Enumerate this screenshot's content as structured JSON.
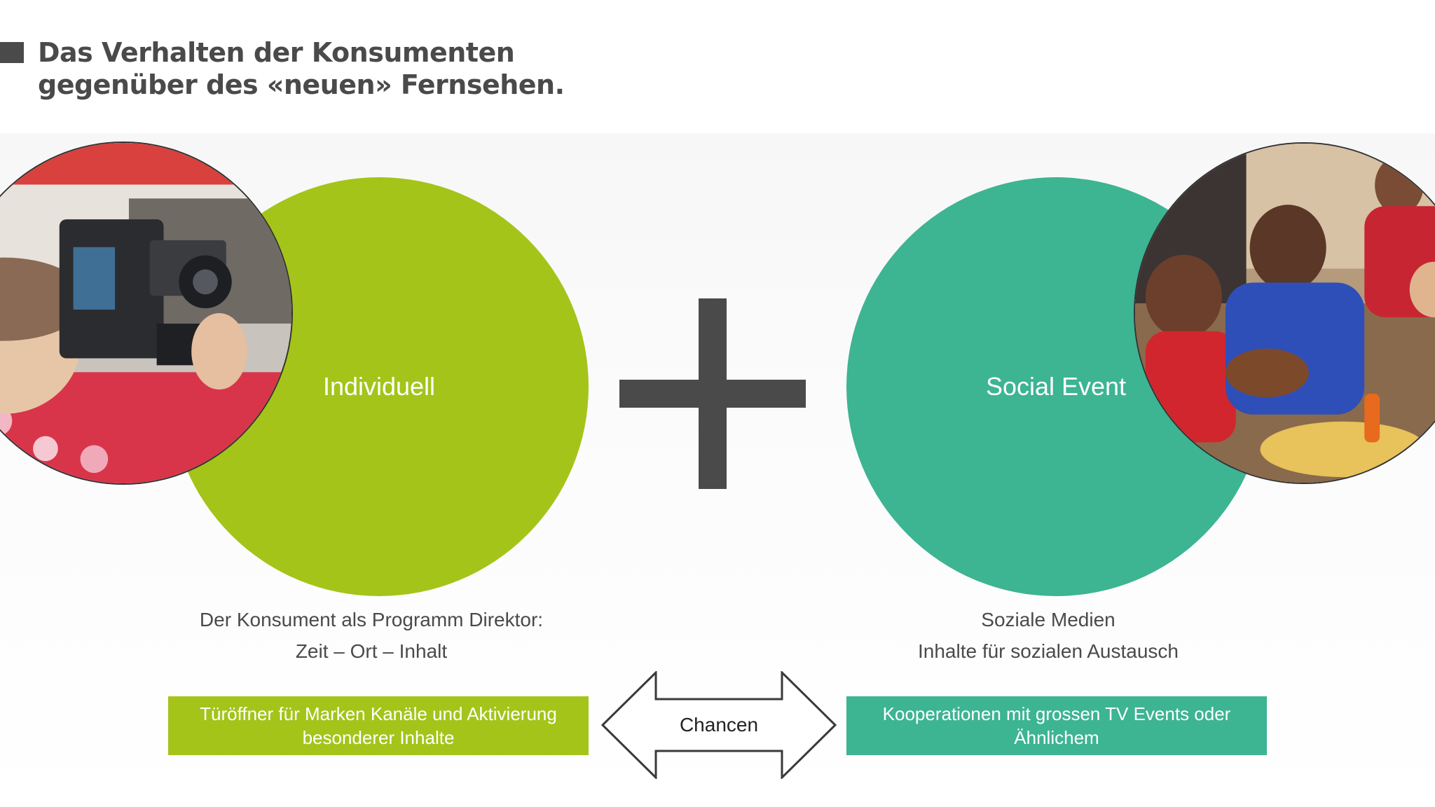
{
  "slide": {
    "title_line1": "Das Verhalten der Konsumenten",
    "title_line2": "gegenüber des «neuen» Fernsehen."
  },
  "left": {
    "circle_label": "Individuell",
    "caption_line1": "Der Konsument als Programm Direktor:",
    "caption_line2": "Zeit – Ort – Inhalt",
    "box_text": "Türöffner für Marken Kanäle und Aktivierung besonderer Inhalte",
    "photo_icon": "camera-operator-photo",
    "color": "#a4c41a"
  },
  "center": {
    "plus_icon": "plus-icon",
    "arrow_label": "Chancen",
    "arrow_icon": "double-arrow-icon"
  },
  "right": {
    "circle_label": "Social Event",
    "caption_line1": "Soziale Medien",
    "caption_line2": "Inhalte für sozialen Austausch",
    "box_text": "Kooperationen mit grossen TV Events oder Ähnlichem",
    "photo_icon": "sports-fans-photo",
    "color": "#3db492"
  },
  "colors": {
    "text_dark": "#4a4a4a",
    "accent_green": "#a4c41a",
    "accent_teal": "#3db492"
  }
}
